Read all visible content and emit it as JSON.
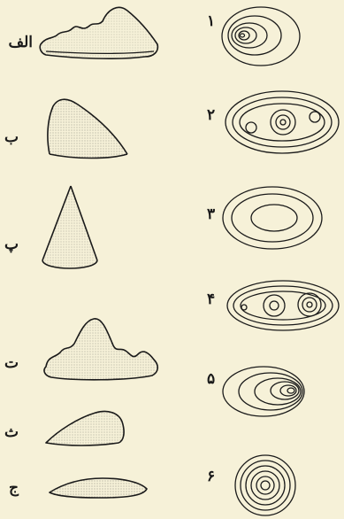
{
  "letters": [
    "الف",
    "ب",
    "پ",
    "ت",
    "ث",
    "ج"
  ],
  "numbers": [
    "۱",
    "۲",
    "۳",
    "۴",
    "۵",
    "۶"
  ],
  "colors": {
    "background": "#f6f1d8",
    "ink": "#1a1a1a"
  }
}
